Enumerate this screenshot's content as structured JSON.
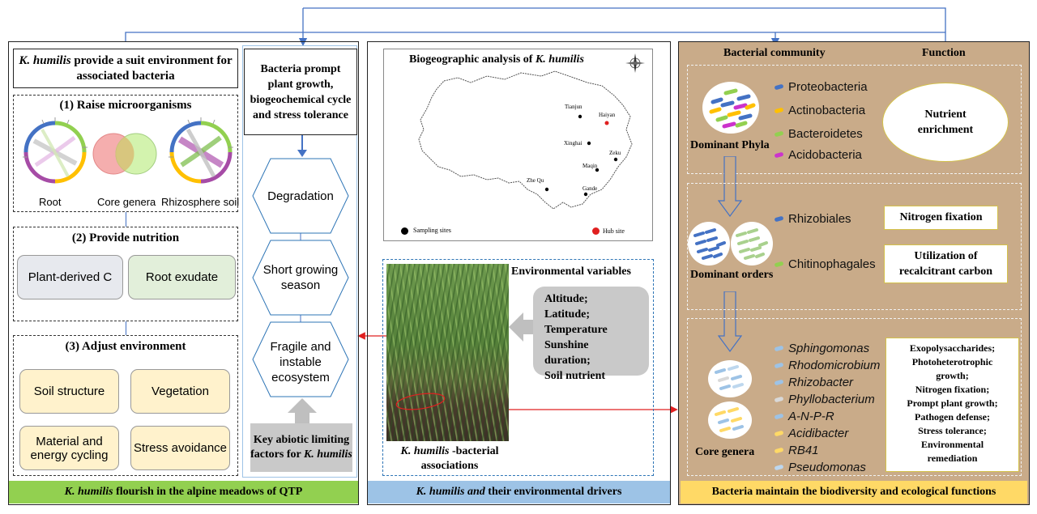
{
  "left": {
    "header": "K. humilis provide a suit environment for associated bacteria",
    "header_italic": "K. humilis",
    "header_rest": "provide a suit environment for associated bacteria",
    "section1": {
      "title": "(1) Raise microorganisms",
      "labels": [
        "Root",
        "Core genera",
        "Rhizosphere soil"
      ]
    },
    "section2": {
      "title": "(2) Provide nutrition",
      "boxes": [
        "Plant-derived C",
        "Root exudate"
      ]
    },
    "section3": {
      "title": "(3) Adjust environment",
      "boxes": [
        "Soil structure",
        "Vegetation",
        "Material and energy cycling",
        "Stress avoidance"
      ]
    },
    "footer_italic": "K. humilis",
    "footer_rest": "flourish in the alpine meadows of QTP"
  },
  "middle_left": {
    "header": "Bacteria prompt plant growth, biogeochemical cycle and stress tolerance",
    "hexagons": [
      "Degradation",
      "Short growing season",
      "Fragile and instable ecosystem"
    ],
    "key_factors_prefix": "Key abiotic limiting factors for",
    "key_factors_italic": "K. humilis"
  },
  "middle": {
    "map_title_prefix": "Biogeographic analysis of",
    "map_title_italic": "K. humilis",
    "sites": [
      {
        "name": "Tianjun",
        "type": "sampling"
      },
      {
        "name": "Haiyan",
        "type": "hub"
      },
      {
        "name": "Xinghai",
        "type": "sampling"
      },
      {
        "name": "Zeku",
        "type": "sampling"
      },
      {
        "name": "Maqin",
        "type": "sampling"
      },
      {
        "name": "Zhe Qu",
        "type": "sampling"
      },
      {
        "name": "Gande",
        "type": "sampling"
      }
    ],
    "legend_sampling": "Sampling sites",
    "legend_hub": "Hub site",
    "env_title": "Environmental variables",
    "env_items": [
      "Altitude;",
      "Latitude;",
      "Temperature",
      "Sunshine duration;",
      "Soil nutrient"
    ],
    "photo_caption_italic": "K. humilis",
    "photo_caption_rest": "-bacterial associations",
    "footer_italic": "K. humilis and",
    "footer_rest": "their environmental drivers"
  },
  "right": {
    "col_community": "Bacterial community",
    "col_function": "Function",
    "phyla": {
      "label": "Dominant Phyla",
      "items": [
        {
          "name": "Proteobacteria",
          "color": "#4472c4"
        },
        {
          "name": "Actinobacteria",
          "color": "#ffc000"
        },
        {
          "name": "Bacteroidetes",
          "color": "#92d050"
        },
        {
          "name": "Acidobacteria",
          "color": "#cc33cc"
        }
      ],
      "function": "Nutrient enrichment"
    },
    "orders": {
      "label": "Dominant orders",
      "items": [
        {
          "name": "Rhizobiales",
          "color": "#4472c4"
        },
        {
          "name": "Chitinophagales",
          "color": "#92d050"
        }
      ],
      "functions": [
        "Nitrogen fixation",
        "Utilization of recalcitrant carbon"
      ]
    },
    "genera": {
      "label": "Core genera",
      "items": [
        {
          "name": "Sphingomonas",
          "color": "#9dc3e6"
        },
        {
          "name": "Rhodomicrobium",
          "color": "#9dc3e6"
        },
        {
          "name": "Rhizobacter",
          "color": "#9dc3e6"
        },
        {
          "name": "Phyllobacterium",
          "color": "#d9d9d9"
        },
        {
          "name": "A-N-P-R",
          "color": "#9dc3e6"
        },
        {
          "name": "Acidibacter",
          "color": "#ffd966"
        },
        {
          "name": "RB41",
          "color": "#ffd966"
        },
        {
          "name": "Pseudomonas",
          "color": "#bdd7ee"
        }
      ],
      "functions": [
        "Exopolysaccharides;",
        "Photoheterotrophic growth;",
        "Nitrogen fixation;",
        "Prompt plant growth;",
        "Pathogen defense;",
        "Stress tolerance;",
        "Environmental remediation"
      ]
    },
    "footer": "Bacteria maintain the biodiversity and ecological functions"
  },
  "colors": {
    "green_footer": "#92d050",
    "blue_footer": "#9dc3e6",
    "yellow_footer": "#ffd966",
    "brown_panel": "#c9ab89",
    "connector_blue": "#4472c4",
    "connector_red": "#e02020"
  }
}
